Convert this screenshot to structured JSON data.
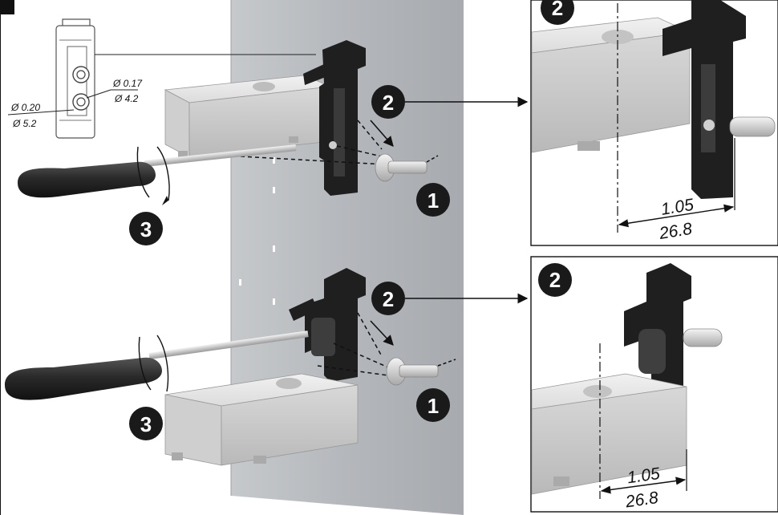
{
  "hole_detail": {
    "outer_dia_in": "Ø 0.20",
    "outer_dia_mm": "Ø 5.2",
    "inner_dia_in": "Ø 0.17",
    "inner_dia_mm": "Ø 4.2"
  },
  "steps": {
    "one": "1",
    "two": "2",
    "three": "3"
  },
  "detail_top": {
    "step": "2",
    "dim_in": "1.05",
    "dim_mm": "26.8"
  },
  "detail_bottom": {
    "step": "2",
    "dim_in": "1.05",
    "dim_mm": "26.8"
  },
  "colors": {
    "panel": "#b9bcc0",
    "panel_edge": "#9ea2a6",
    "module": "#e2e2e2",
    "module_shade": "#c8c8c8",
    "bracket": "#1c1c1c",
    "badge": "#1a1a1a",
    "screwdriver_handle": "#2b2b2b",
    "screw": "#d4d4d4"
  }
}
